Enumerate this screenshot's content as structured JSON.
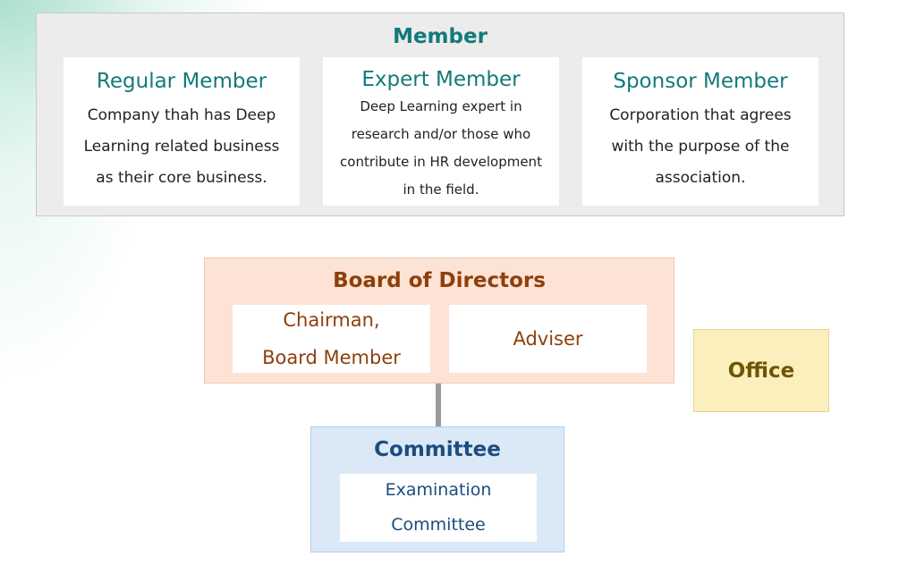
{
  "member": {
    "title": "Member",
    "cards": [
      {
        "title": "Regular Member",
        "lines": [
          "Company thah has Deep",
          "Learning related business",
          "as their core business."
        ]
      },
      {
        "title": "Expert Member",
        "lines": [
          "Deep Learning expert in",
          "research and/or those who",
          "contribute in HR development",
          "in the field."
        ]
      },
      {
        "title": "Sponsor Member",
        "lines": [
          "Corporation that agrees",
          "with the purpose of the",
          "association."
        ]
      }
    ]
  },
  "board": {
    "title": "Board of Directors",
    "cards": [
      {
        "lines": [
          "Chairman,",
          "Board Member"
        ]
      },
      {
        "lines": [
          "Adviser"
        ]
      }
    ]
  },
  "committee": {
    "title": "Committee",
    "cards": [
      {
        "lines": [
          "Examination",
          "Committee"
        ]
      }
    ]
  },
  "office": {
    "title": "Office"
  },
  "colors": {
    "member_accent": "#137a7a",
    "board_accent": "#8e3f0b",
    "committee_accent": "#1c4d7e",
    "office_accent": "#6e5500"
  }
}
